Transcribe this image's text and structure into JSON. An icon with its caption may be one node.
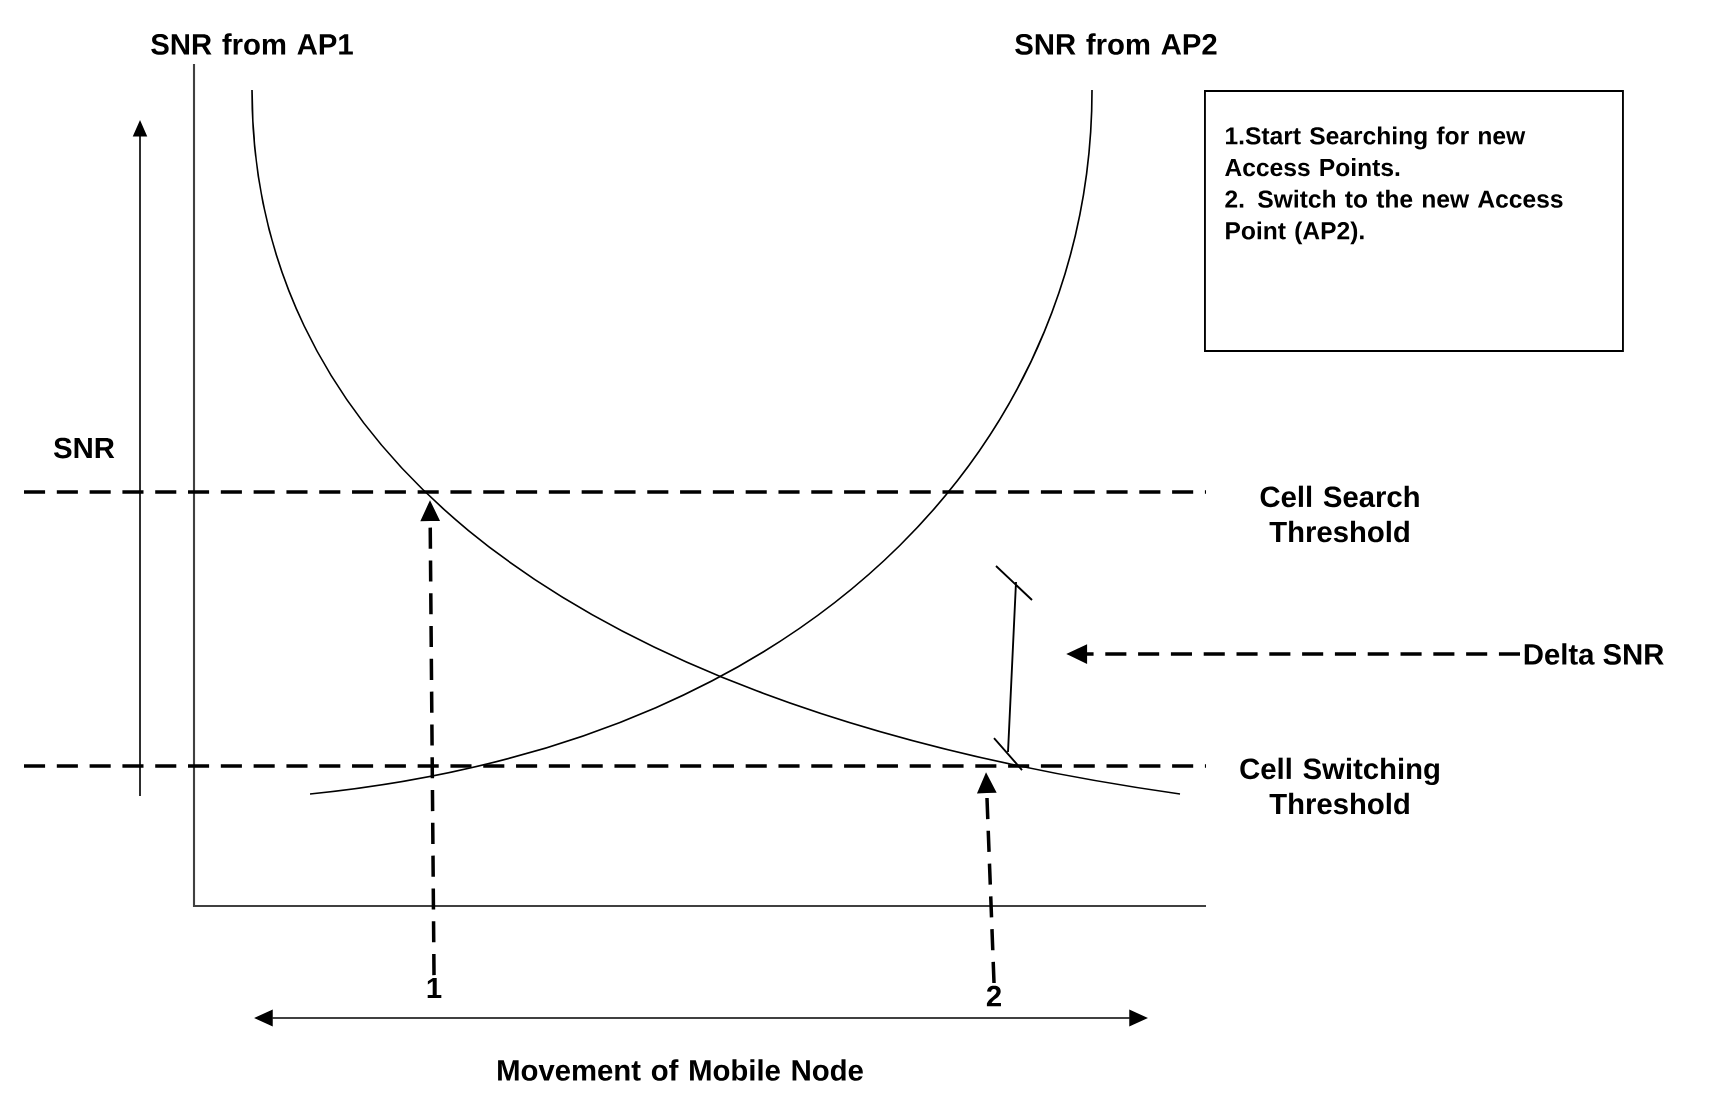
{
  "diagram": {
    "nodes": [
      {
        "text": [
          "1"
        ]
      },
      {
        "text": [
          "2"
        ]
      },
      {
        "text": [
          "Delta SNR"
        ]
      },
      {
        "text": [
          "1.Start Searching for new Access Points.",
          "2. Switch to the new Access Point (AP2)."
        ]
      }
    ],
    "edges": [
      {
        "from": 0,
        "to": null,
        "arrow": "to"
      },
      {
        "from": 1,
        "to": null,
        "arrow": "to"
      },
      {
        "from": 2,
        "to": null,
        "arrow": "to"
      }
    ],
    "labels": [
      "SNR from AP1",
      "SNR from AP2",
      "SNR",
      "Cell Search Threshold",
      "Cell Switching Threshold",
      "Movement of Mobile Node"
    ]
  }
}
